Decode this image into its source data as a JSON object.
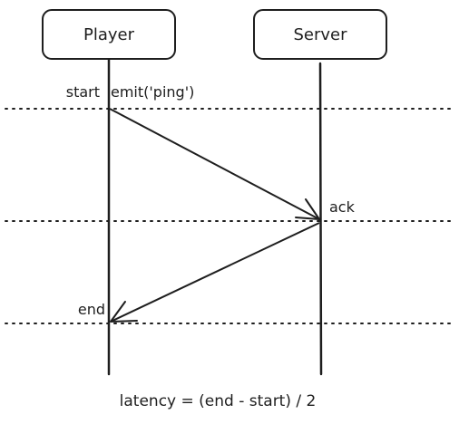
{
  "participants": [
    {
      "name": "Player"
    },
    {
      "name": "Server"
    }
  ],
  "markers": {
    "start": "start",
    "ack": "ack",
    "end": "end"
  },
  "messages": [
    {
      "label": "emit('ping')"
    }
  ],
  "formula": "latency = (end - start) / 2"
}
